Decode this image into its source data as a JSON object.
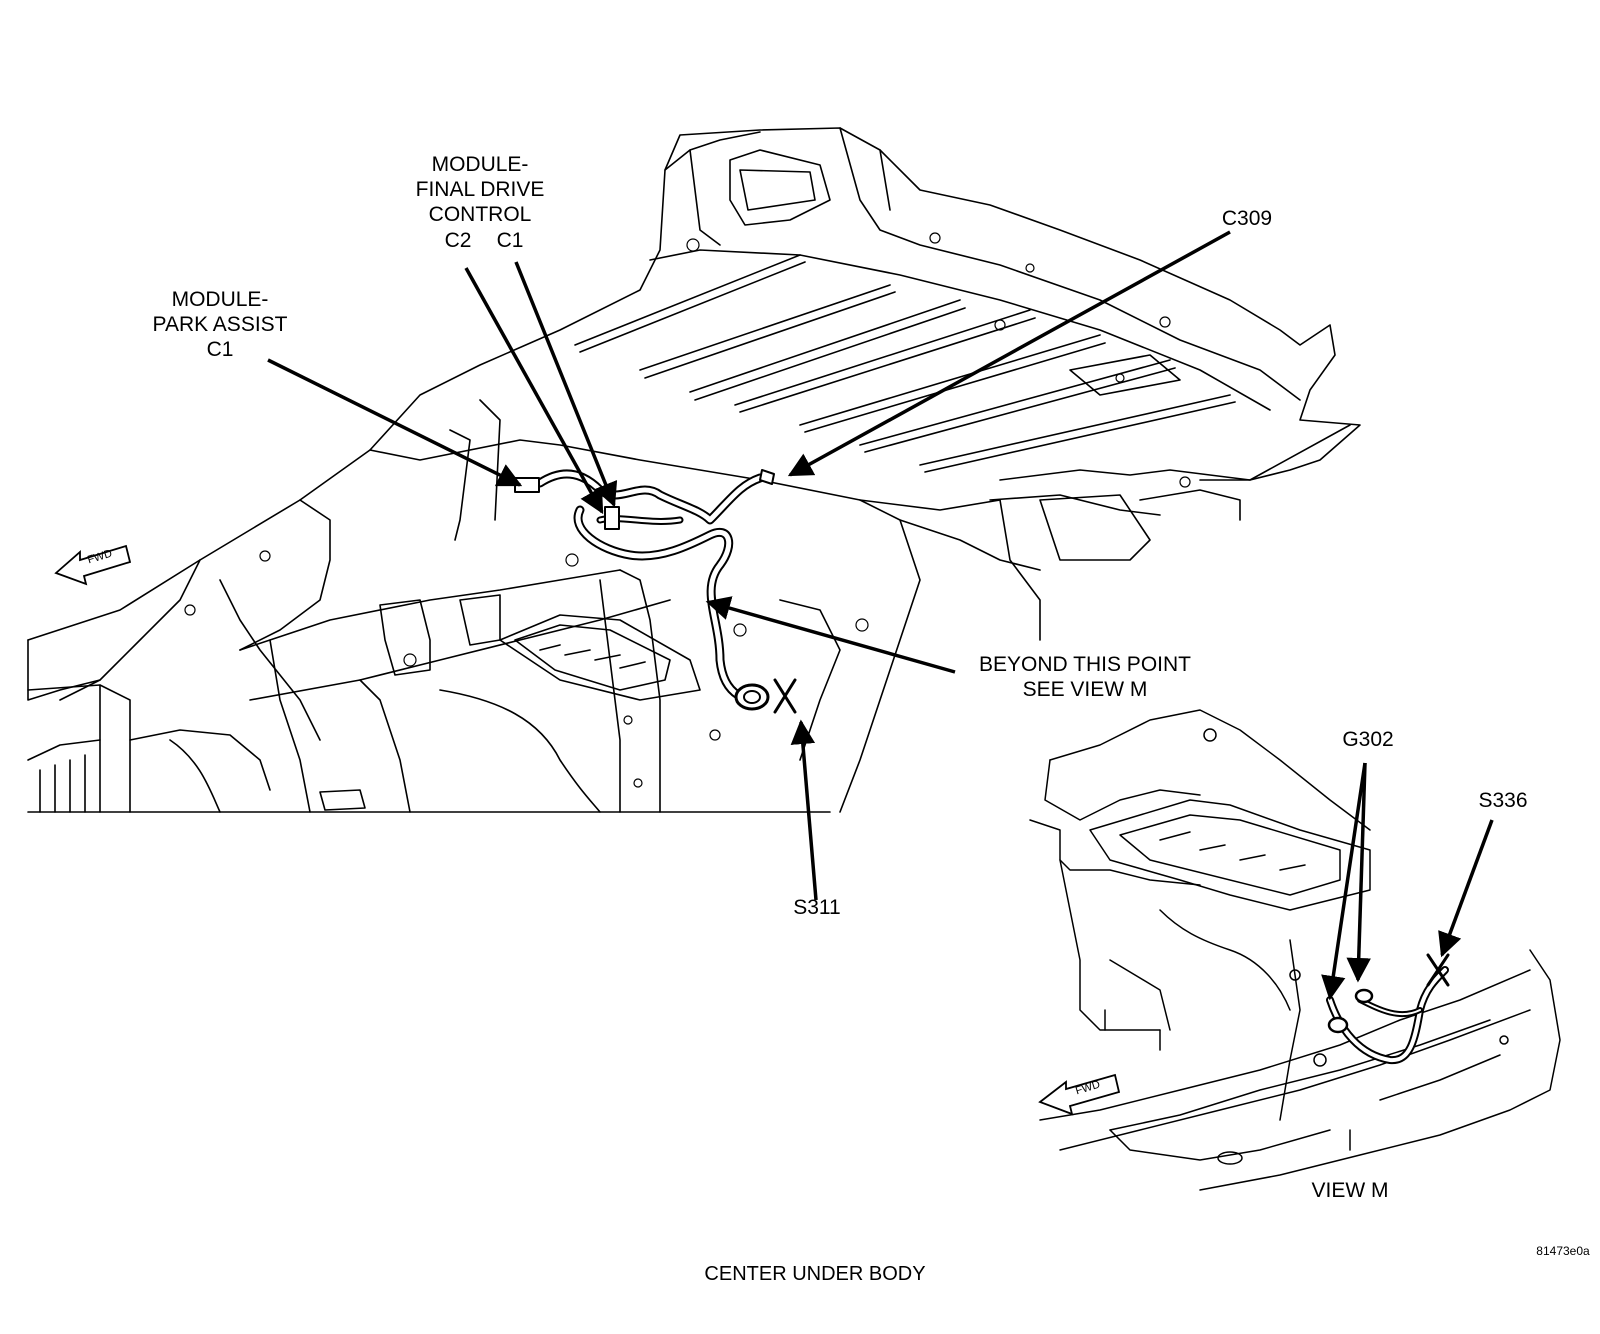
{
  "labels": {
    "final_drive": {
      "line1": "MODULE-",
      "line2": "FINAL DRIVE",
      "line3": "CONTROL",
      "c2": "C2",
      "c1": "C1"
    },
    "park_assist": {
      "line1": "MODULE-",
      "line2": "PARK ASSIST",
      "line3": "C1"
    },
    "c309": "C309",
    "beyond": {
      "line1": "BEYOND THIS POINT",
      "line2": "SEE VIEW M"
    },
    "s311": "S311",
    "g302": "G302",
    "s336": "S336",
    "view_m": "VIEW M",
    "fwd_main": "FWD",
    "fwd_inset": "FWD",
    "figure_id": "81473e0a",
    "caption": "CENTER UNDER BODY"
  }
}
